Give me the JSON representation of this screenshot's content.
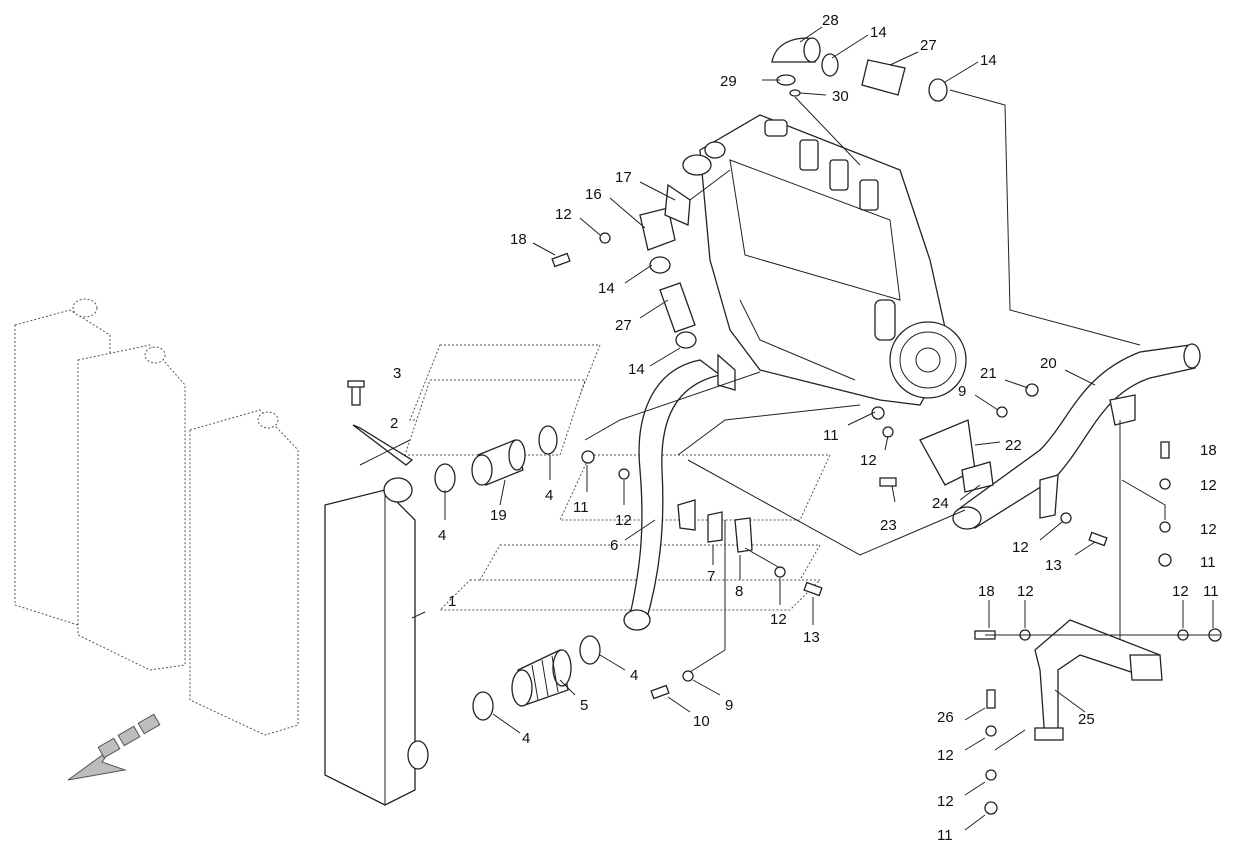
{
  "callouts": [
    {
      "id": "c28",
      "text": "28"
    },
    {
      "id": "c14a",
      "text": "14"
    },
    {
      "id": "c27a",
      "text": "27"
    },
    {
      "id": "c14b",
      "text": "14"
    },
    {
      "id": "c29",
      "text": "29"
    },
    {
      "id": "c30",
      "text": "30"
    },
    {
      "id": "c17",
      "text": "17"
    },
    {
      "id": "c16",
      "text": "16"
    },
    {
      "id": "c12a",
      "text": "12"
    },
    {
      "id": "c18a",
      "text": "18"
    },
    {
      "id": "c14c",
      "text": "14"
    },
    {
      "id": "c27b",
      "text": "27"
    },
    {
      "id": "c14d",
      "text": "14"
    },
    {
      "id": "c3",
      "text": "3"
    },
    {
      "id": "c2",
      "text": "2"
    },
    {
      "id": "c19",
      "text": "19"
    },
    {
      "id": "c4a",
      "text": "4"
    },
    {
      "id": "c4b",
      "text": "4"
    },
    {
      "id": "c11a",
      "text": "11"
    },
    {
      "id": "c12b",
      "text": "12"
    },
    {
      "id": "c6",
      "text": "6"
    },
    {
      "id": "c7",
      "text": "7"
    },
    {
      "id": "c8",
      "text": "8"
    },
    {
      "id": "c12c",
      "text": "12"
    },
    {
      "id": "c13a",
      "text": "13"
    },
    {
      "id": "c1",
      "text": "1"
    },
    {
      "id": "c4c",
      "text": "4"
    },
    {
      "id": "c5",
      "text": "5"
    },
    {
      "id": "c4d",
      "text": "4"
    },
    {
      "id": "c9a",
      "text": "9"
    },
    {
      "id": "c10",
      "text": "10"
    },
    {
      "id": "c21",
      "text": "21"
    },
    {
      "id": "c9b",
      "text": "9"
    },
    {
      "id": "c20",
      "text": "20"
    },
    {
      "id": "c11b",
      "text": "11"
    },
    {
      "id": "c12d",
      "text": "12"
    },
    {
      "id": "c22",
      "text": "22"
    },
    {
      "id": "c23",
      "text": "23"
    },
    {
      "id": "c24",
      "text": "24"
    },
    {
      "id": "c18b",
      "text": "18"
    },
    {
      "id": "c12e",
      "text": "12"
    },
    {
      "id": "c12f",
      "text": "12"
    },
    {
      "id": "c11c",
      "text": "11"
    },
    {
      "id": "c12g",
      "text": "12"
    },
    {
      "id": "c13b",
      "text": "13"
    },
    {
      "id": "c18c",
      "text": "18"
    },
    {
      "id": "c12h",
      "text": "12"
    },
    {
      "id": "c12i",
      "text": "12"
    },
    {
      "id": "c11d",
      "text": "11"
    },
    {
      "id": "c25",
      "text": "25"
    },
    {
      "id": "c26",
      "text": "26"
    },
    {
      "id": "c12j",
      "text": "12"
    },
    {
      "id": "c12k",
      "text": "12"
    },
    {
      "id": "c11e",
      "text": "11"
    }
  ]
}
